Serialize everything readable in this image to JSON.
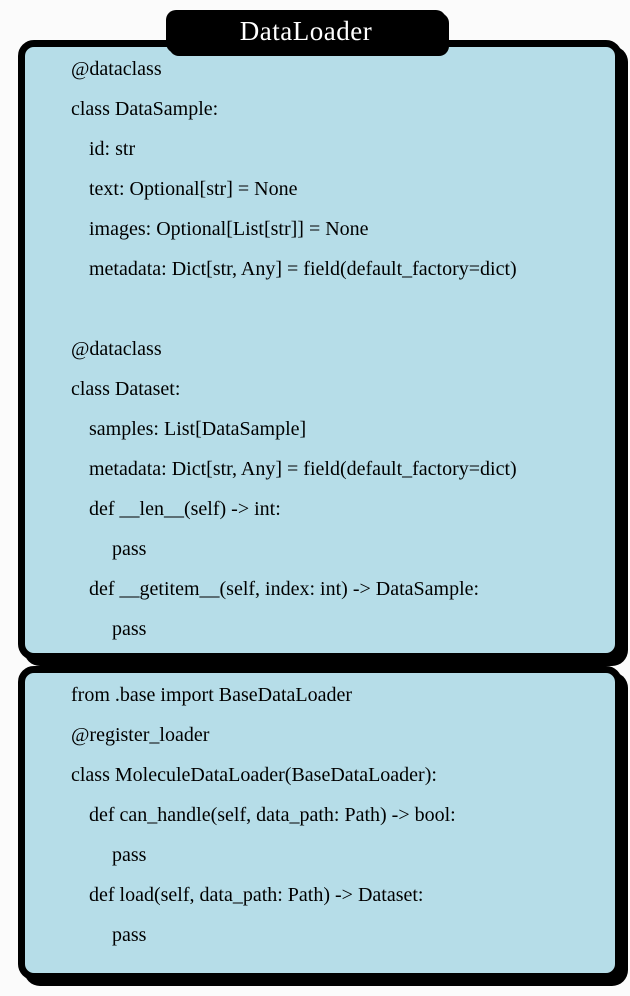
{
  "title": "DataLoader",
  "colors": {
    "panel_bg": "#b6dde8",
    "border": "#000000",
    "title_bg": "#000000",
    "title_text": "#ffffff",
    "code_text": "#000000",
    "page_bg": "#fbfbfb"
  },
  "panels": [
    {
      "name": "dataset-definitions",
      "lines": [
        {
          "indent": 0,
          "text": "@dataclass"
        },
        {
          "indent": 0,
          "text": "class DataSample:"
        },
        {
          "indent": 1,
          "text": "id: str"
        },
        {
          "indent": 1,
          "text": "text: Optional[str] = None"
        },
        {
          "indent": 1,
          "text": "images: Optional[List[str]] = None"
        },
        {
          "indent": 1,
          "text": "metadata: Dict[str, Any] = field(default_factory=dict)"
        },
        {
          "indent": 0,
          "text": ""
        },
        {
          "indent": 0,
          "text": "@dataclass"
        },
        {
          "indent": 0,
          "text": "class Dataset:"
        },
        {
          "indent": 1,
          "text": "samples: List[DataSample]"
        },
        {
          "indent": 1,
          "text": "metadata: Dict[str, Any] = field(default_factory=dict)"
        },
        {
          "indent": 1,
          "text": "def __len__(self) -> int:"
        },
        {
          "indent": 2,
          "text": "pass"
        },
        {
          "indent": 1,
          "text": "def __getitem__(self, index: int) -> DataSample:"
        },
        {
          "indent": 2,
          "text": "pass"
        }
      ]
    },
    {
      "name": "loader-implementation",
      "lines": [
        {
          "indent": 0,
          "text": "from .base import BaseDataLoader"
        },
        {
          "indent": 0,
          "text": "@register_loader"
        },
        {
          "indent": 0,
          "text": "class MoleculeDataLoader(BaseDataLoader):"
        },
        {
          "indent": 1,
          "text": "def can_handle(self, data_path: Path) -> bool:"
        },
        {
          "indent": 2,
          "text": "pass"
        },
        {
          "indent": 1,
          "text": "def load(self, data_path: Path) -> Dataset:"
        },
        {
          "indent": 2,
          "text": "pass"
        }
      ]
    }
  ]
}
